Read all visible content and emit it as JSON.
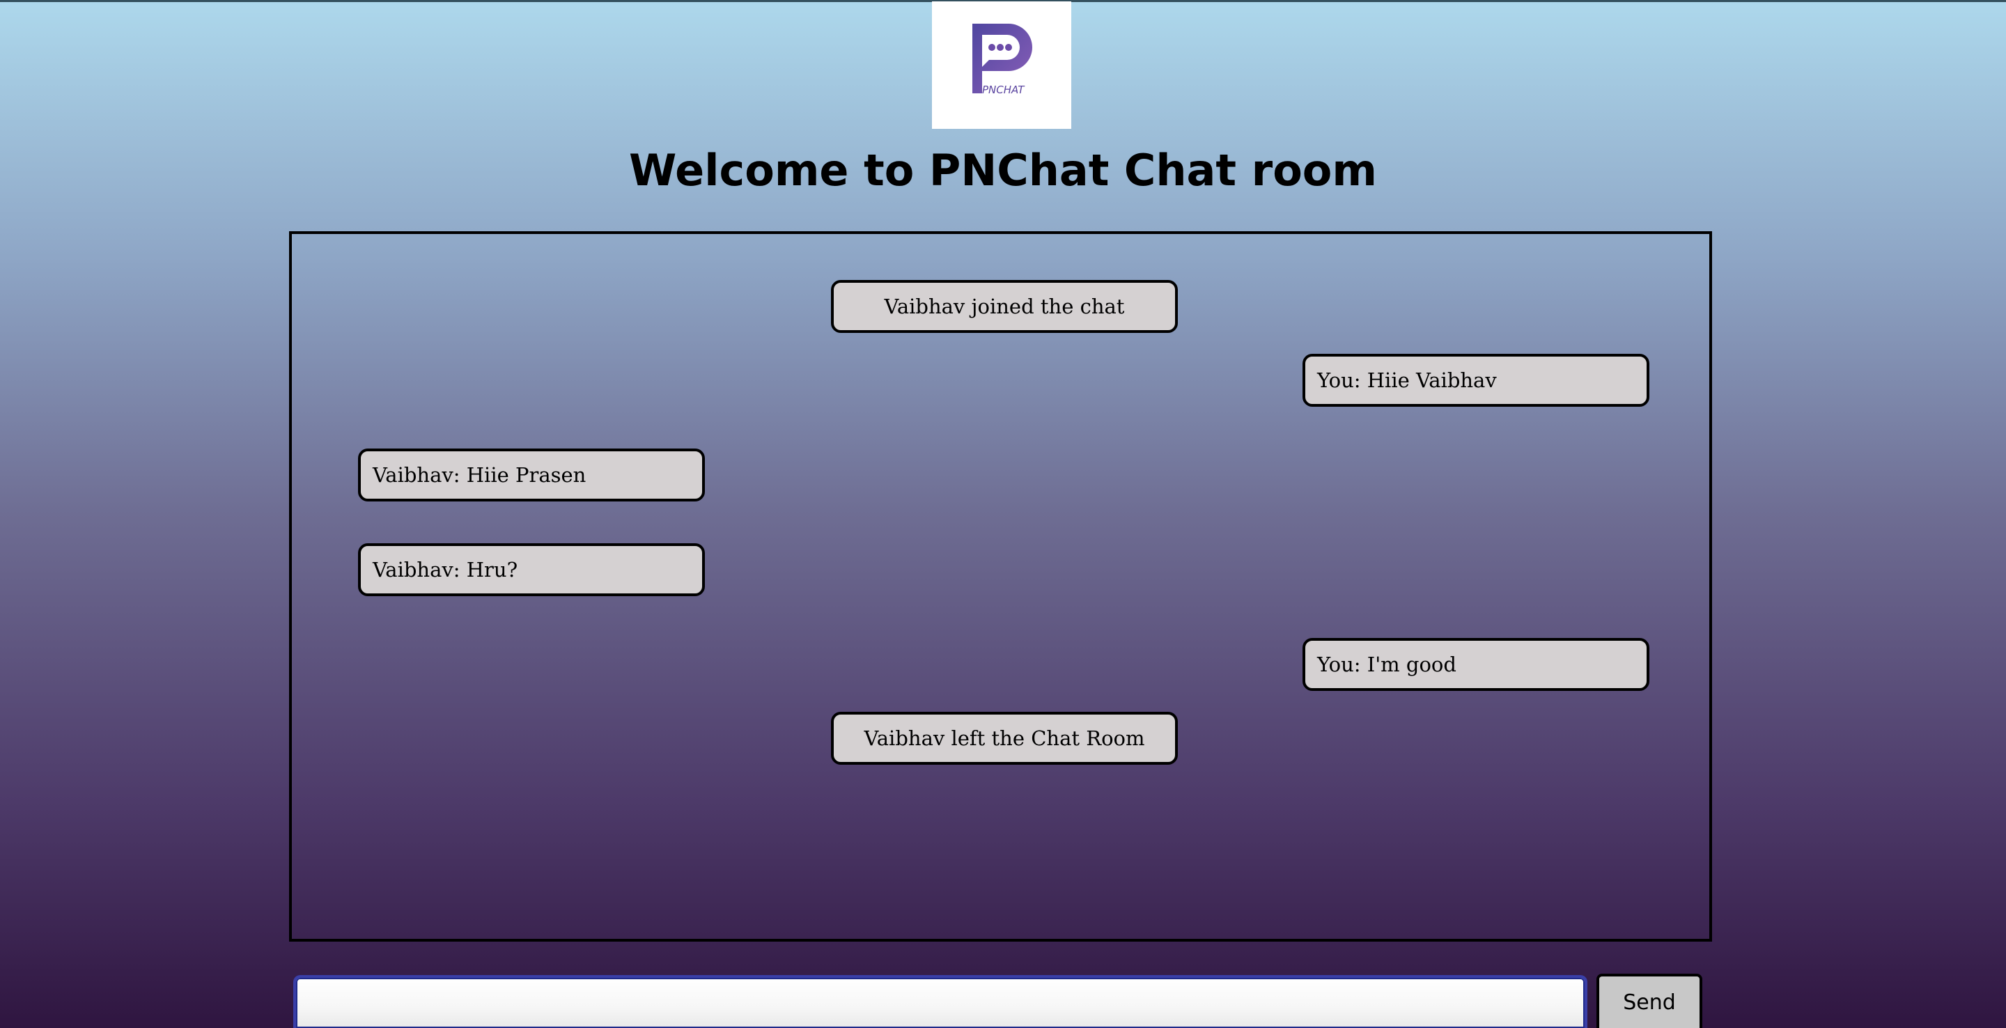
{
  "header": {
    "logo_icon": "pnchat-speech-bubble-logo",
    "logo_text": "PNCHAT",
    "title": "Welcome to PNChat Chat room"
  },
  "colors": {
    "bubble_bg": "#d5d1d2",
    "bubble_border": "#000000",
    "logo_purple": "#6b4ba8",
    "input_focus": "#3a3fa8",
    "send_bg": "#c8c8c8"
  },
  "messages": [
    {
      "position": "center",
      "text": "Vaibhav joined the chat"
    },
    {
      "position": "right",
      "text": "You: Hiie Vaibhav"
    },
    {
      "position": "left",
      "text": "Vaibhav: Hiie Prasen"
    },
    {
      "position": "left",
      "text": "Vaibhav: Hru?"
    },
    {
      "position": "right",
      "text": "You: I'm good"
    },
    {
      "position": "center",
      "text": "Vaibhav left the Chat Room"
    }
  ],
  "composer": {
    "input_value": "",
    "input_placeholder": "",
    "send_label": "Send"
  }
}
